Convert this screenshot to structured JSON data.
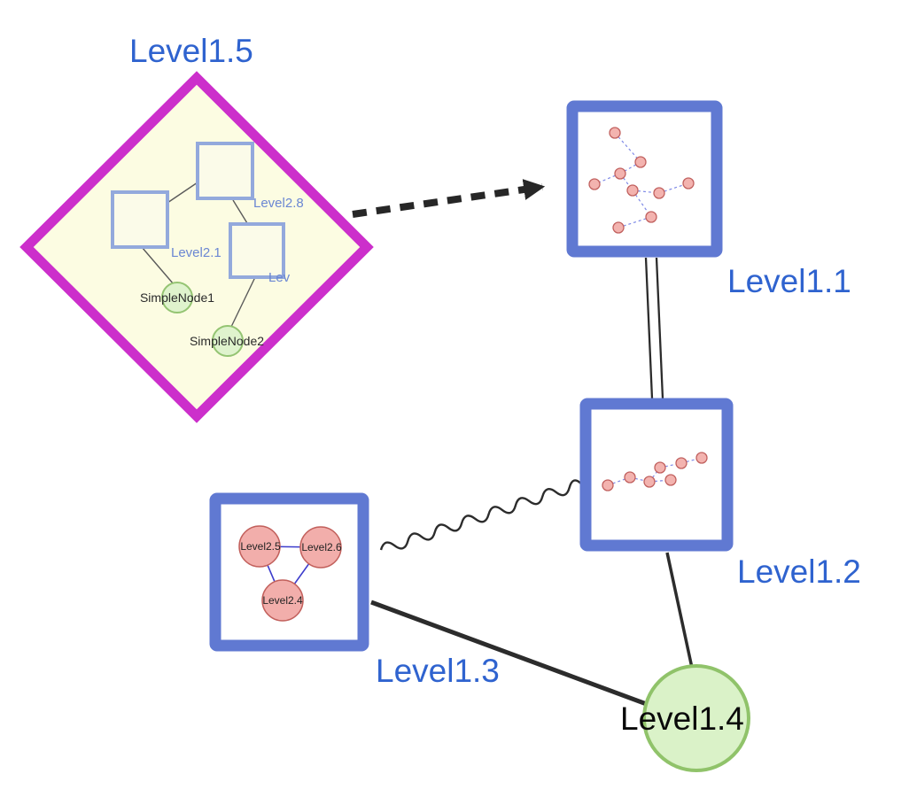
{
  "diagram": {
    "type": "nested-graph",
    "labels": {
      "level1_5": "Level1.5",
      "level1_1": "Level1.1",
      "level1_2": "Level1.2",
      "level1_3": "Level1.3",
      "level1_4": "Level1.4",
      "level2_8": "Level2.8",
      "level2_1": "Level2.1",
      "level2_x": "Lev",
      "simple_node_1": "SimpleNode1",
      "simple_node_2": "SimpleNode2",
      "level2_5": "Level2.5",
      "level2_6": "Level2.6",
      "level2_4": "Level2.4"
    },
    "colors": {
      "label_blue": "#2f63cf",
      "label_black": "#0a0a0a",
      "diamond_stroke": "#cc2fcb",
      "diamond_fill": "#fcfce2",
      "group_node_stroke": "#6079d2",
      "group_node_fill": "#ffffff",
      "inner_square_stroke": "#93a9dc",
      "inner_square_fill": "#fbfbe9",
      "green_node_fill": "#dff3cd",
      "green_node_stroke": "#94c472",
      "pink_node_fill": "#f3b3af",
      "pink_node_stroke": "#c1605e",
      "edge_black": "#2c2c2c",
      "edge_blue": "#3c3ccc",
      "edge_dashed_blue": "#7d88e6"
    },
    "edges": [
      {
        "from": "Level1.5",
        "to": "Level1.1",
        "style": "thick-dashed-arrow"
      },
      {
        "from": "Level1.1",
        "to": "Level1.2",
        "style": "double-line"
      },
      {
        "from": "Level1.3",
        "to": "Level1.2",
        "style": "wavy"
      },
      {
        "from": "Level1.3",
        "to": "Level1.4",
        "style": "solid"
      },
      {
        "from": "Level1.2",
        "to": "Level1.4",
        "style": "solid"
      },
      {
        "from": "Level2.1",
        "to": "Level2.8",
        "style": "thin"
      },
      {
        "from": "Level2.8",
        "to": "Lev",
        "style": "thin"
      },
      {
        "from": "Level2.1",
        "to": "SimpleNode1",
        "style": "thin"
      },
      {
        "from": "Lev",
        "to": "SimpleNode2",
        "style": "thin"
      },
      {
        "from": "Level2.5",
        "to": "Level2.6",
        "style": "blue"
      },
      {
        "from": "Level2.5",
        "to": "Level2.4",
        "style": "blue"
      },
      {
        "from": "Level2.6",
        "to": "Level2.4",
        "style": "blue"
      }
    ]
  }
}
